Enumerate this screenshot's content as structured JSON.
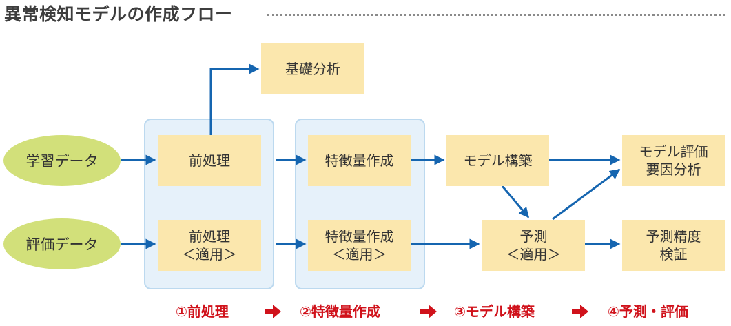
{
  "title": "異常検知モデルの作成フロー",
  "inputs": {
    "training": "学習データ",
    "evaluation": "評価データ"
  },
  "boxes": {
    "basic_analysis": "基礎分析",
    "preprocess": "前処理",
    "preprocess_apply_line1": "前処理",
    "preprocess_apply_line2": "＜適用＞",
    "feature": "特徴量作成",
    "feature_apply_line1": "特徴量作成",
    "feature_apply_line2": "＜適用＞",
    "model_build": "モデル構築",
    "predict_line1": "予測",
    "predict_line2": "＜適用＞",
    "model_eval_line1": "モデル評価",
    "model_eval_line2": "要因分析",
    "accuracy_line1": "予測精度",
    "accuracy_line2": "検証"
  },
  "steps": [
    "①前処理",
    "②特徴量作成",
    "③モデル構築",
    "④予測・評価"
  ],
  "colors": {
    "box": "#fbe7ad",
    "oval": "#d2e07a",
    "stage": "#e6f1fa",
    "arrow": "#1565b0",
    "step": "#d0121b"
  }
}
